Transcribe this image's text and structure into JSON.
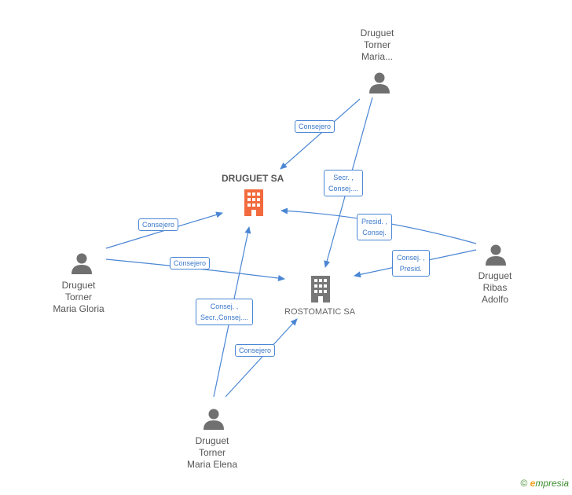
{
  "companies": {
    "druguet": {
      "name": "DRUGUET SA"
    },
    "rostomatic": {
      "name": "ROSTOMATIC SA"
    }
  },
  "persons": {
    "maria_top": {
      "line1": "Druguet",
      "line2": "Torner",
      "line3": "Maria..."
    },
    "maria_gloria": {
      "line1": "Druguet",
      "line2": "Torner",
      "line3": "Maria Gloria"
    },
    "ribas_adolfo": {
      "line1": "Druguet",
      "line2": "Ribas",
      "line3": "Adolfo"
    },
    "maria_elena": {
      "line1": "Druguet",
      "line2": "Torner",
      "line3": "Maria Elena"
    }
  },
  "edge_labels": {
    "e1": {
      "line1": "Consejero"
    },
    "e2": {
      "line1": "Secr. ,",
      "line2": "Consej...."
    },
    "e3": {
      "line1": "Consejero"
    },
    "e4": {
      "line1": "Consejero"
    },
    "e5": {
      "line1": "Presid. ,",
      "line2": "Consej."
    },
    "e6": {
      "line1": "Consej. ,",
      "line2": "Presid."
    },
    "e7": {
      "line1": "Consej. ,",
      "line2": "Secr.,Consej...."
    },
    "e8": {
      "line1": "Consejero"
    }
  },
  "footer": {
    "copyright": "©",
    "brand_initial": "e",
    "brand_rest": "mpresia"
  },
  "colors": {
    "edge": "#4a86d4",
    "main_company": "#f26a3d",
    "company": "#777777",
    "person": "#707070"
  }
}
